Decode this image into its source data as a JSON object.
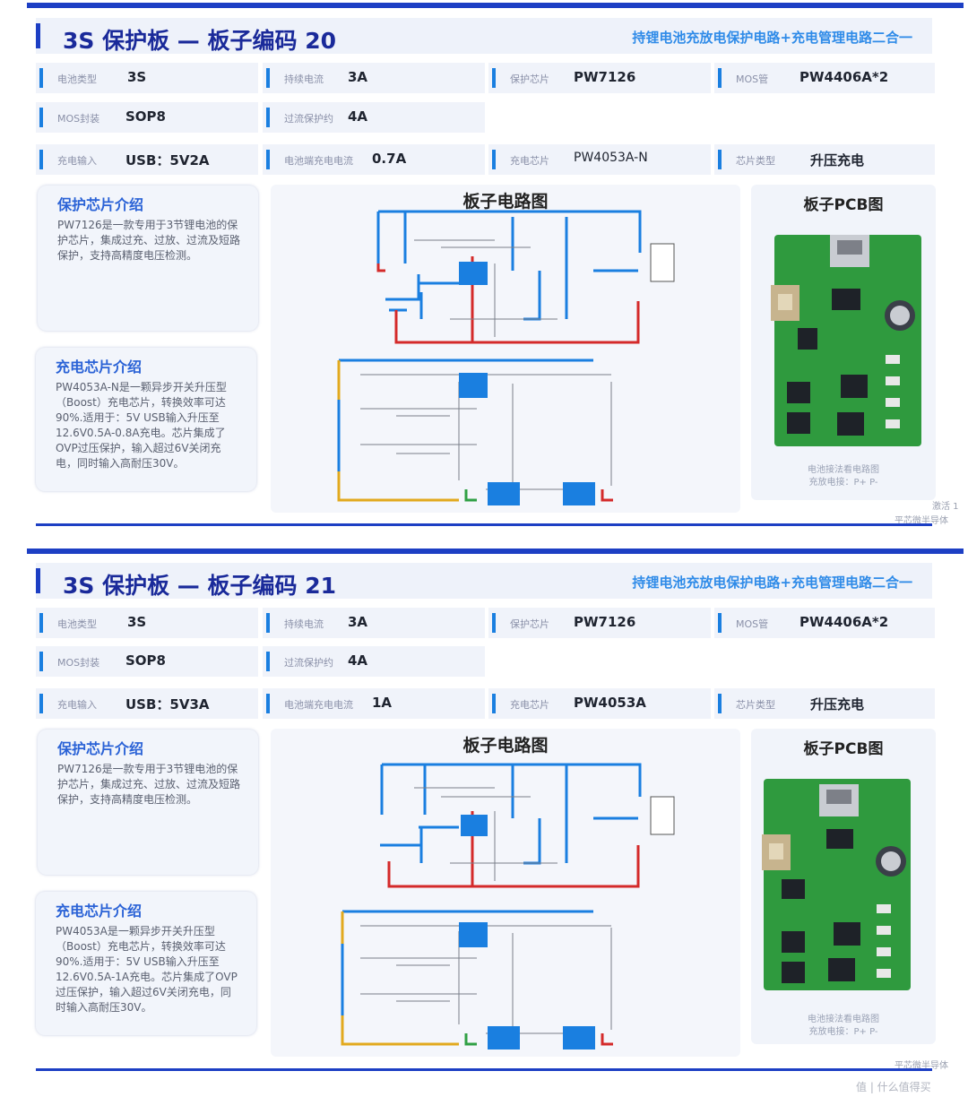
{
  "boards": [
    {
      "title": "3S 保护板 — 板子编码 20",
      "subtitle": "持锂电池充放电保护电路+充电管理电路二合一",
      "specs": [
        {
          "label": "电池类型",
          "value": "3S"
        },
        {
          "label": "持续电流",
          "value": "3A"
        },
        {
          "label": "保护芯片",
          "value": "PW7126"
        },
        {
          "label": "MOS管",
          "value": "PW4406A*2"
        },
        {
          "label": "MOS封装",
          "value": "SOP8"
        },
        {
          "label": "过流保护约",
          "value": "4A"
        },
        {
          "label": "充电输入",
          "value": "USB：5V2A"
        },
        {
          "label": "电池端充电电流",
          "value": "0.7A"
        },
        {
          "label": "充电芯片",
          "value": "PW4053A-N"
        },
        {
          "label": "芯片类型",
          "value": "升压充电"
        }
      ],
      "protect_title": "保护芯片介绍",
      "protect_text": "PW7126是一款专用于3节锂电池的保护芯片，集成过充、过放、过流及短路保护，支持高精度电压检测。",
      "charge_title": "充电芯片介绍",
      "charge_text": "PW4053A-N是一颗异步开关升压型（Boost）充电芯片，转换效率可达90%.适用于：5V USB输入升压至12.6V0.5A-0.8A充电。芯片集成了OVP过压保护，输入超过6V关闭充电，同时输入高耐压30V。",
      "diagram_title": "板子电路图",
      "pcb_title": "板子PCB图",
      "pcb_caption_1": "电池接法看电路图",
      "pcb_caption_2": "充放电接：P+ P-",
      "watermark_1": "激活 1",
      "watermark_2": "平芯微半导体"
    },
    {
      "title": "3S 保护板 — 板子编码 21",
      "subtitle": "持锂电池充放电保护电路+充电管理电路二合一",
      "specs": [
        {
          "label": "电池类型",
          "value": "3S"
        },
        {
          "label": "持续电流",
          "value": "3A"
        },
        {
          "label": "保护芯片",
          "value": "PW7126"
        },
        {
          "label": "MOS管",
          "value": "PW4406A*2"
        },
        {
          "label": "MOS封装",
          "value": "SOP8"
        },
        {
          "label": "过流保护约",
          "value": "4A"
        },
        {
          "label": "充电输入",
          "value": "USB：5V3A"
        },
        {
          "label": "电池端充电电流",
          "value": "1A"
        },
        {
          "label": "充电芯片",
          "value": "PW4053A"
        },
        {
          "label": "芯片类型",
          "value": "升压充电"
        }
      ],
      "protect_title": "保护芯片介绍",
      "protect_text": "PW7126是一款专用于3节锂电池的保护芯片，集成过充、过放、过流及短路保护，支持高精度电压检测。",
      "charge_title": "充电芯片介绍",
      "charge_text": "PW4053A是一颗异步开关升压型（Boost）充电芯片，转换效率可达90%.适用于：5V USB输入升压至12.6V0.5A-1A充电。芯片集成了OVP过压保护，输入超过6V关闭充电，同时输入高耐压30V。",
      "diagram_title": "板子电路图",
      "pcb_title": "板子PCB图",
      "pcb_caption_1": "电池接法看电路图",
      "pcb_caption_2": "充放电接：P+ P-",
      "watermark_2": "平芯微半导体"
    }
  ],
  "site_watermark": "值 | 什么值得买",
  "colors": {
    "brand_blue": "#1d3fc4",
    "accent_blue": "#2f8be8",
    "pcb_green": "#2f9a3e",
    "wire_red": "#d42a2a",
    "wire_blue": "#1a7fe0"
  }
}
